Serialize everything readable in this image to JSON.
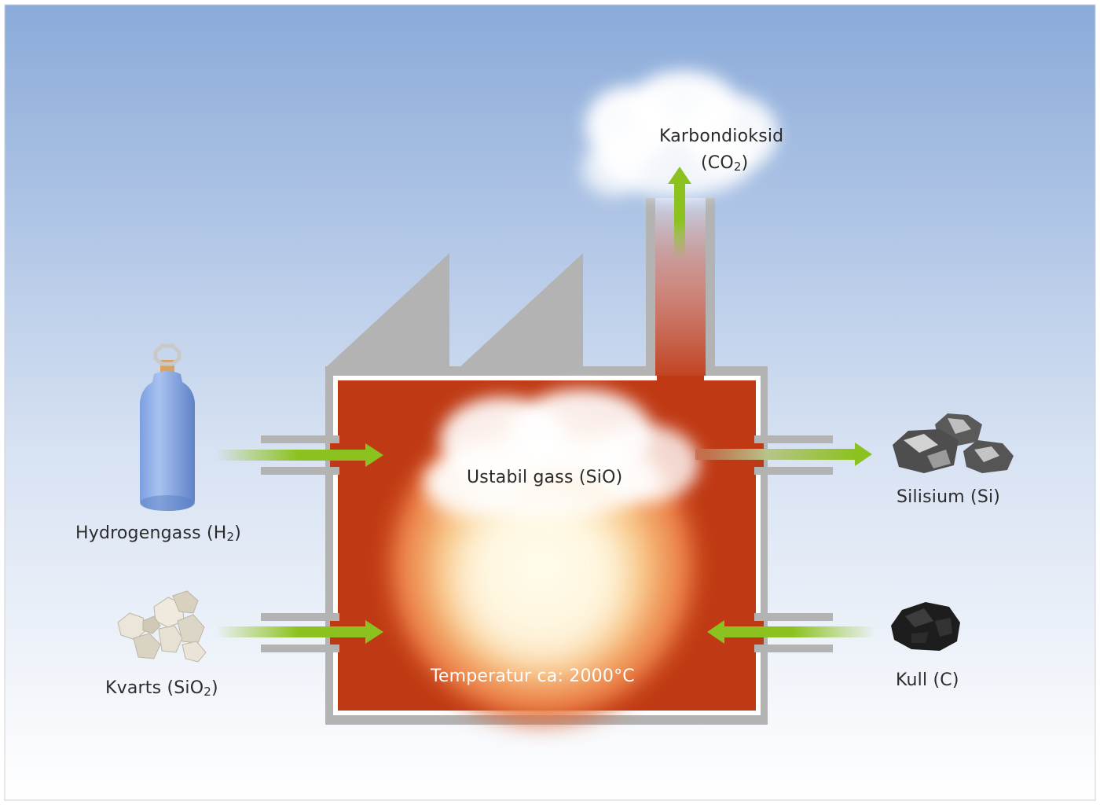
{
  "labels": {
    "co2_name": "Karbondioksid",
    "co2_formula_main": "(CO",
    "co2_formula_sub": "2",
    "co2_formula_end": ")",
    "h2_main": "Hydrogengass (H",
    "h2_sub": "2",
    "h2_end": ")",
    "quartz_main": "Kvarts (SiO",
    "quartz_sub": "2",
    "quartz_end": ")",
    "sio": "Ustabil gass (SiO)",
    "temperature": "Temperatur ca: 2000°C",
    "silicon": "Silisium (Si)",
    "coal": "Kull (C)"
  },
  "colors": {
    "sky_top": "#8aaad9",
    "sky_bottom": "#ffffff",
    "factory_gray": "#b3b3b3",
    "furnace_red": "#bf3a14",
    "arrow_green": "#8cc21f"
  },
  "icons": {
    "hydrogen": "gas-cylinder-icon",
    "quartz": "quartz-crystals-icon",
    "silicon": "silicon-lumps-icon",
    "coal": "coal-lump-icon",
    "cloud": "cloud-icon"
  }
}
